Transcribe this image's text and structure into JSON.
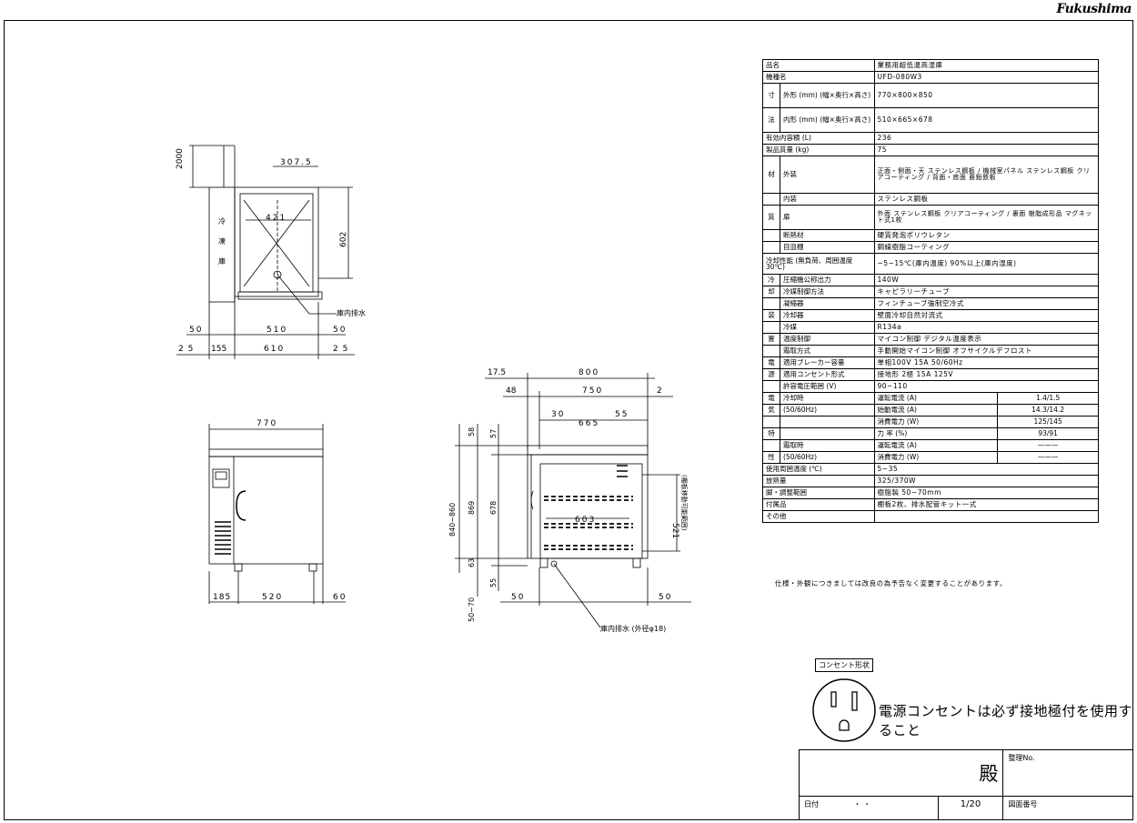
{
  "brand": "Fukushima",
  "drawing": {
    "front": {
      "dims_top": [
        "307.5",
        "421"
      ],
      "dim_height_total": "2000",
      "dim_inner_height": "602",
      "side_vertical_text": [
        "冷",
        "凍",
        "庫"
      ],
      "drain_label": "庫内排水",
      "dims_row1": [
        "50",
        "510",
        "50"
      ],
      "dims_row2": [
        "2 5",
        "155",
        "610",
        "2 5"
      ]
    },
    "plan": {
      "dim_width": "770",
      "dims_bottom": [
        "185",
        "520",
        "60"
      ]
    },
    "side": {
      "dims_row1": [
        "17.5",
        "800"
      ],
      "dims_row2": [
        "48",
        "750",
        "2"
      ],
      "dims_row3": [
        "30",
        "665",
        "55"
      ],
      "dims_left": [
        "58",
        "57",
        "869",
        "678",
        "840~860",
        "63",
        "55",
        "50~70"
      ],
      "dim_shelf_width": "603",
      "dim_right": "521",
      "dim_right_note": "(棚板移動可能範囲)",
      "dims_bottom": [
        "50",
        "50"
      ],
      "drain_label": "庫内排水 (外径φ18)"
    }
  },
  "spec": {
    "rows": [
      {
        "label": "品名",
        "value": "業務用超低温高湿庫"
      },
      {
        "label": "機種名",
        "value": "UFD-080W3"
      },
      {
        "group": "寸",
        "label": "外形 (mm) (幅×奥行×高さ)",
        "value": "770×800×850"
      },
      {
        "group": "法",
        "label": "内形 (mm) (幅×奥行×高さ)",
        "value": "510×665×678"
      },
      {
        "label": "有効内容積 (L)",
        "value": "236"
      },
      {
        "label": "製品質量 (kg)",
        "value": "75"
      },
      {
        "group": "材",
        "label": "外装",
        "value": "正面・側面・天 ステンレス鋼板 / 機械室パネル ステンレス鋼板 クリアコーティング / 背面・底面 亜鉛鉄板"
      },
      {
        "label": "内装",
        "value": "ステンレス鋼板"
      },
      {
        "group": "質",
        "label": "扉",
        "value": "外面 ステンレス鋼板 クリアコーティング / 裏面 樹脂成形品 マグネット式1枚"
      },
      {
        "label": "断熱材",
        "value": "硬質発泡ポリウレタン"
      },
      {
        "label": "目皿棚",
        "value": "鋼線樹脂コーティング"
      },
      {
        "label": "冷却性能 (無負荷、周囲温度30℃)",
        "value": "−5~15℃(庫内温度) 90%以上(庫内湿度)"
      },
      {
        "group": "冷",
        "label": "圧縮機公称出力",
        "value": "140W"
      },
      {
        "group": "却",
        "label": "冷媒制御方法",
        "value": "キャピラリーチューブ"
      },
      {
        "label": "凝縮器",
        "value": "フィンチューブ強制空冷式"
      },
      {
        "group": "装",
        "label": "冷却器",
        "value": "壁面冷却自然対流式"
      },
      {
        "label": "冷媒",
        "value": "R134a"
      },
      {
        "group": "置",
        "label": "温度制御",
        "value": "マイコン制御 デジタル温度表示"
      },
      {
        "label": "霜取方式",
        "value": "手動開始マイコン制御 オフサイクルデフロスト"
      },
      {
        "group": "電",
        "label": "適用ブレーカー容量",
        "value": "単相100V 15A 50/60Hz"
      },
      {
        "group": "源",
        "label": "適用コンセント形式",
        "value": "接地形 2極 15A 125V"
      },
      {
        "label": "許容電圧範囲 (V)",
        "value": "90~110"
      },
      {
        "label": "使用周囲温度 (℃)",
        "value": "5~35"
      },
      {
        "label": "放熱量",
        "value": "325/370W"
      },
      {
        "label": "脚・調整範囲",
        "value": "樹脂製 50~70mm"
      },
      {
        "label": "付属品",
        "value": "棚板2枚、排水配管キット一式"
      },
      {
        "label": "その他",
        "value": ""
      }
    ],
    "electric": {
      "groups": [
        "電",
        "気",
        "特",
        "性"
      ],
      "cool_label": "冷却時",
      "heat_label": "霜取時",
      "freq": "(50/60Hz)",
      "cool": [
        {
          "item": "運転電流 (A)",
          "value": "1.4/1.5"
        },
        {
          "item": "始動電流 (A)",
          "value": "14.3/14.2"
        },
        {
          "item": "消費電力 (W)",
          "value": "125/145"
        },
        {
          "item": "力 率 (%)",
          "value": "93/91"
        }
      ],
      "heat": [
        {
          "item": "運転電流 (A)",
          "value": "———"
        },
        {
          "item": "消費電力 (W)",
          "value": "———"
        }
      ]
    }
  },
  "note": "仕様・外観につきましては改良の為予告なく変更することがあります。",
  "outlet": {
    "title": "コンセント形状",
    "note": "電源コンセントは必ず接地極付を使用すること"
  },
  "title_block": {
    "dono": "殿",
    "seiri_no": "整理No.",
    "date_label": "日付",
    "date_value": "・ ・",
    "scale_num": "1",
    "scale_den": "20",
    "zumen_no": "図面番号"
  }
}
